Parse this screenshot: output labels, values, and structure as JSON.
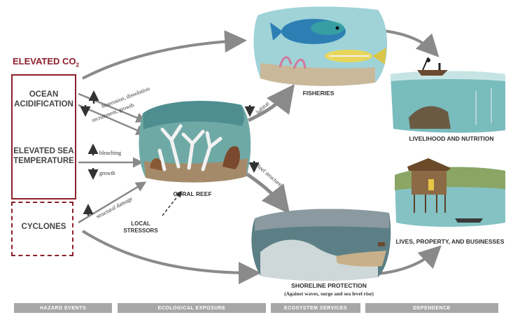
{
  "hazards": {
    "title": "ELEVATED CO",
    "title_sub": "2",
    "acidification": "OCEAN ACIDIFICATION",
    "temperature": "ELEVATED SEA TEMPERATURE",
    "cyclones": "CYCLONES"
  },
  "exposure": {
    "coral_reef": "CORAL REEF",
    "local_stressors": "LOCAL STRESSORS",
    "arrow_labels": {
      "bioerosion": "bioerosion, dissolution",
      "recruitment": "recruitment, growth",
      "bleaching": "bleaching",
      "growth": "growth",
      "structural_damage": "structural damage"
    }
  },
  "services": {
    "fisheries": "FISHERIES",
    "habitat": "habitat",
    "reef_structure": "Reef structure",
    "shoreline": "SHORELINE PROTECTION",
    "shoreline_note": "(Against waves, surge and sea level rise)"
  },
  "dependence": {
    "livelihood": "LIVELIHOOD AND NUTRITION",
    "lives": "LIVES, PROPERTY, AND BUSINESSES"
  },
  "footer": [
    "HAZARD EVENTS",
    "ECOLOGICAL EXPOSURE",
    "ECOSYSTEM SERVICES",
    "DEPENDENCE"
  ],
  "colors": {
    "hazard_red": "#8c1f2c",
    "arrow_gray": "#8a8a8a",
    "footer_gray": "#a7a7a7",
    "water_teal": "#6fb5b8"
  }
}
